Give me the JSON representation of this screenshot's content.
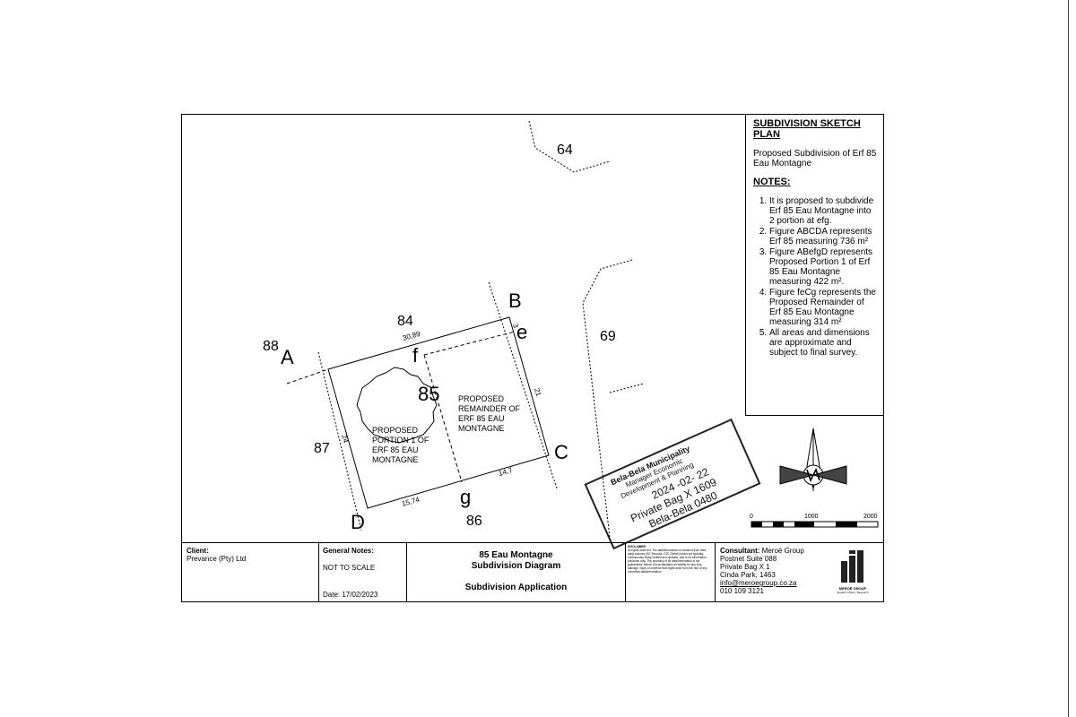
{
  "sketch": {
    "title": "SUBDIVISION SKETCH PLAN",
    "description": "Proposed Subdivision of Erf 85 Eau Montagne",
    "notes_heading": "NOTES:",
    "notes": [
      "It is proposed to subdivide Erf 85 Eau Montagne into 2 portion at efg.",
      "Figure ABCDA represents Erf 85 measuring 736 m²",
      "Figure ABefgD represents Proposed Portion 1 of Erf 85 Eau Montagne measuring 422 m².",
      "Figure feCg represents the Proposed Remainder of Erf 85 Eau Montagne measuring 314 m²",
      "All areas and dimensions are approximate and subject to final survey."
    ]
  },
  "map": {
    "erf_labels": {
      "e64": "64",
      "e69": "69",
      "e84": "84",
      "e85": "85",
      "e86": "86",
      "e87": "87",
      "e88": "88"
    },
    "points": {
      "A": "A",
      "B": "B",
      "C": "C",
      "D": "D",
      "e": "e",
      "f": "f",
      "g": "g"
    },
    "dimensions": {
      "ab": "30,89",
      "bc": "21",
      "da": "24",
      "dc1": "15,74",
      "dc2": "14,7",
      "be": "3"
    },
    "portion1": [
      "PROPOSED",
      "PORTION 1 OF",
      "ERF 85 EAU",
      "MONTAGNE"
    ],
    "remainder": [
      "PROPOSED",
      "REMAINDER OF",
      "ERF 85 EAU",
      "MONTAGNE"
    ],
    "scale": {
      "start": "0",
      "mid": "1000",
      "end": "2000"
    }
  },
  "stamp": {
    "line1": "Bela-Bela Municipality",
    "line2": "Manager Economic",
    "line3": "Development & Planning",
    "date": "2024 -02- 22",
    "address1": "Private Bag X 1609",
    "address2": "Bela-Bela 0480"
  },
  "title_block": {
    "client_label": "Client:",
    "client": "Prevance (Pty) Ltd",
    "general_notes_label": "General Notes:",
    "scale_note": "NOT TO SCALE",
    "date": "Date: 17/02/2023",
    "project": "85 Eau Montagne",
    "diagram": "Subdivision Diagram",
    "application": "Subdivision Application",
    "disclaimer_label": "DISCLAIMER:",
    "disclaimer": "All rights reserved. The data/information is obtained from third party sources (SG Records, GIS, Deeds) which are typically continuously being verified and updated, and is for information purposes only. The accuracy of all data/information is not guaranteed. Meroë Group disclaims all liability for any loss, damage, injury or expense that might arise from the use of any unverified data/information.",
    "consultant_label": "Consultant:",
    "consultant": "Meroë Group",
    "address": [
      "Postnet Suite 088",
      "Private Bag X 1",
      "Cinda Park, 1463"
    ],
    "email": "info@meroegroup.co.za",
    "phone": "010 109 3121",
    "logo_text": "MEROË GROUP",
    "logo_sub": "Spatial | Urban | Research"
  }
}
